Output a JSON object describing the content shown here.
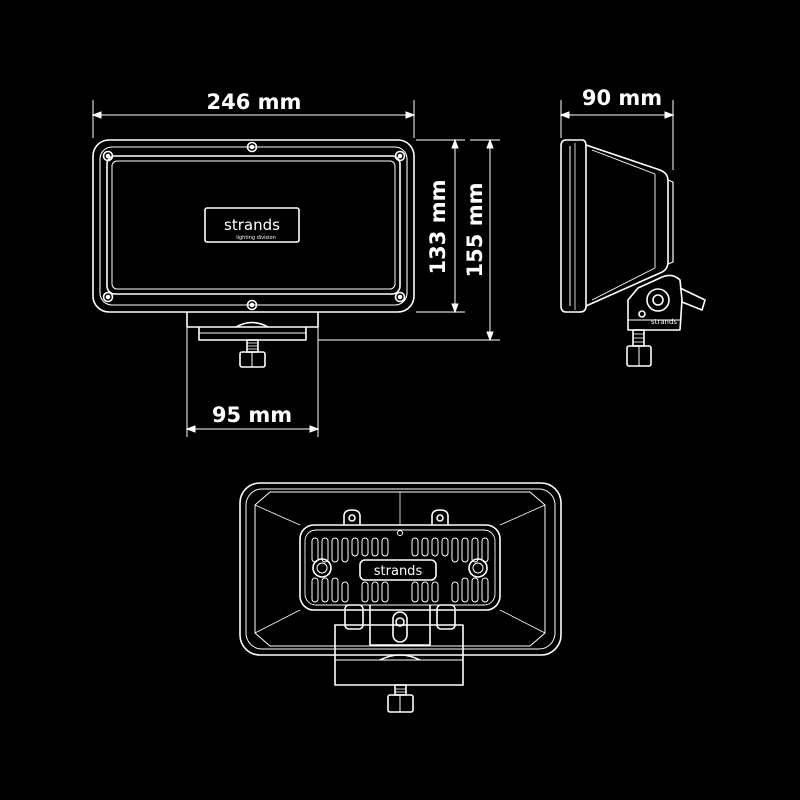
{
  "dimensions": {
    "width": "246 mm",
    "depth": "90 mm",
    "lens_height": "133 mm",
    "total_height": "155 mm",
    "bracket_width": "95 mm"
  },
  "brand": {
    "name": "strands",
    "tagline": "lighting division"
  },
  "colors": {
    "background": "#000000",
    "line": "#ffffff"
  }
}
